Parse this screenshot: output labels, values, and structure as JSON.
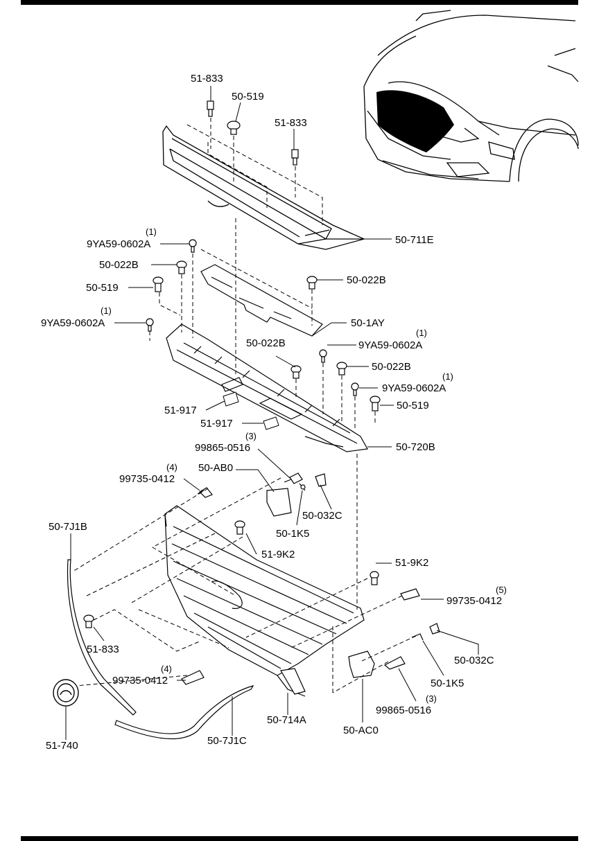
{
  "labels": {
    "p51_833_a": "51-833",
    "p50_519_a": "50-519",
    "p51_833_b": "51-833",
    "p50_711E": "50-711E",
    "p9YA_a": "9YA59-0602A",
    "p50_022B_a": "50-022B",
    "p50_519_b": "50-519",
    "p9YA_b": "9YA59-0602A",
    "p50_022B_b": "50-022B",
    "p50_1AY": "50-1AY",
    "p50_022B_c": "50-022B",
    "p9YA_c": "9YA59-0602A",
    "p50_022B_d": "50-022B",
    "p9YA_d": "9YA59-0602A",
    "p50_519_c": "50-519",
    "p51_917_a": "51-917",
    "p51_917_b": "51-917",
    "p50_720B": "50-720B",
    "p99865_a": "99865-0516",
    "p50_AB0": "50-AB0",
    "p99735_a": "99735-0412",
    "p50_032C_a": "50-032C",
    "p50_1K5_a": "50-1K5",
    "p50_7J1B": "50-7J1B",
    "p51_9K2_a": "51-9K2",
    "p51_9K2_b": "51-9K2",
    "p99735_b": "99735-0412",
    "p51_833_c": "51-833",
    "p50_032C_b": "50-032C",
    "p99735_c": "99735-0412",
    "p50_1K5_b": "50-1K5",
    "p99865_b": "99865-0516",
    "p51_740": "51-740",
    "p50_714A": "50-714A",
    "p50_7J1C": "50-7J1C",
    "p50_AC0": "50-AC0"
  },
  "quantities": {
    "q9YA_a": "(1)",
    "q9YA_b": "(1)",
    "q9YA_c": "(1)",
    "q9YA_d": "(1)",
    "q99865_a": "(3)",
    "q99735_a": "(4)",
    "q99735_b": "(5)",
    "q99735_c": "(4)",
    "q99865_b": "(3)"
  }
}
